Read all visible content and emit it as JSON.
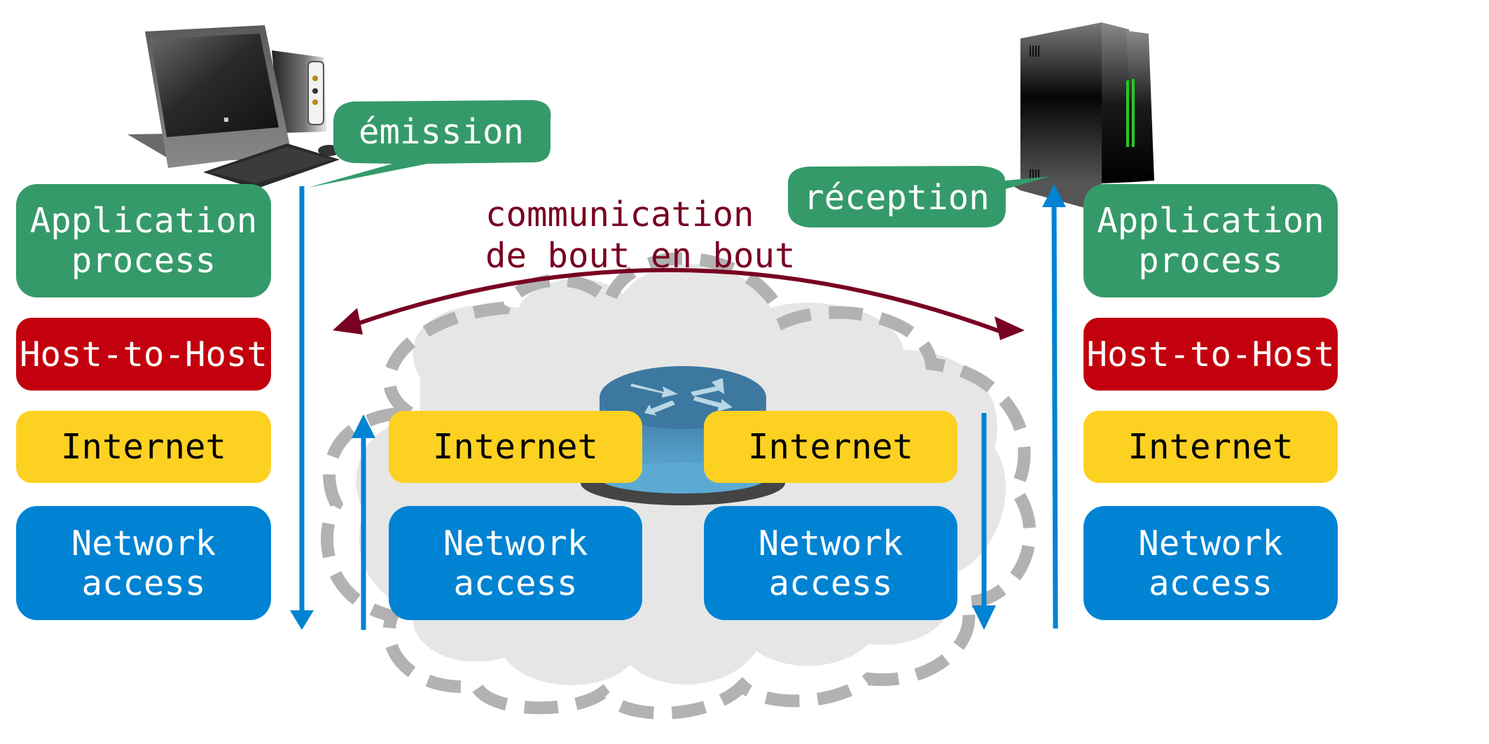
{
  "diagram": {
    "title": "TCP/IP end-to-end communication through a router",
    "colors": {
      "application": "#359A6A",
      "host_to_host": "#C3000D",
      "internet": "#FDD122",
      "network_access": "#0083D3",
      "end_to_end": "#780022",
      "flow_arrow": "#0083D3",
      "cloud_fill": "#E6E6E6",
      "cloud_outline": "#B2B2B2",
      "router_top": "#3C78A0",
      "router_base": "#444444"
    },
    "sender": {
      "device": "desktop-computer",
      "callout": "émission",
      "stack": {
        "application": "Application\nprocess",
        "host_to_host": "Host-to-Host",
        "internet": "Internet",
        "network_access": "Network\naccess"
      },
      "flow_direction": "down"
    },
    "router": {
      "device": "router",
      "stack_left": {
        "internet": "Internet",
        "network_access": "Network\naccess",
        "flow_direction": "up"
      },
      "stack_right": {
        "internet": "Internet",
        "network_access": "Network\naccess",
        "flow_direction": "down"
      }
    },
    "receiver": {
      "device": "server-tower",
      "callout": "réception",
      "stack": {
        "application": "Application\nprocess",
        "host_to_host": "Host-to-Host",
        "internet": "Internet",
        "network_access": "Network\naccess"
      },
      "flow_direction": "up"
    },
    "end_to_end": {
      "line1": "communication",
      "line2": "de bout en bout"
    }
  }
}
